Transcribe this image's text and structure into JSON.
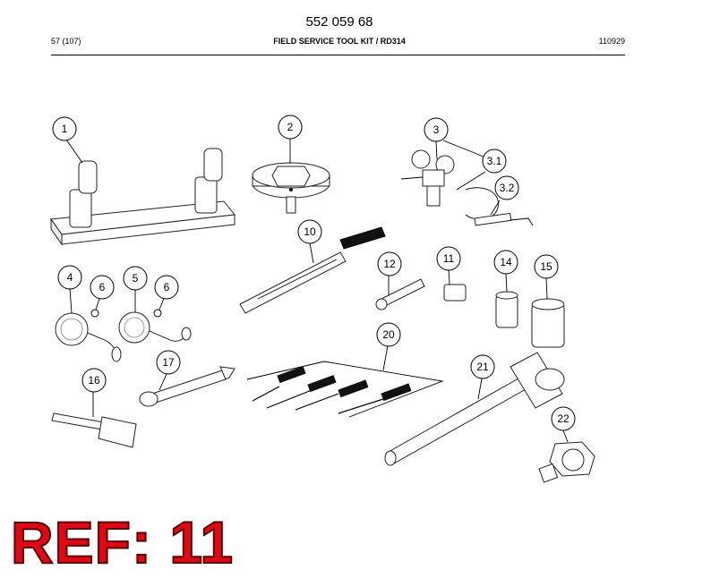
{
  "header": {
    "doc_number": "552 059 68",
    "page": "57 (107)",
    "title": "FIELD SERVICE TOOL KIT / RD314",
    "date_code": "110929"
  },
  "callouts": {
    "c1": "1",
    "c2": "2",
    "c3": "3",
    "c3_1": "3.1",
    "c3_2": "3.2",
    "c4": "4",
    "c5": "5",
    "c6a": "6",
    "c6b": "6",
    "c10": "10",
    "c11": "11",
    "c12": "12",
    "c14": "14",
    "c15": "15",
    "c16": "16",
    "c17": "17",
    "c20": "20",
    "c21": "21",
    "c22": "22"
  },
  "stamp": {
    "text": "REF: 11",
    "color": "#e30613"
  }
}
